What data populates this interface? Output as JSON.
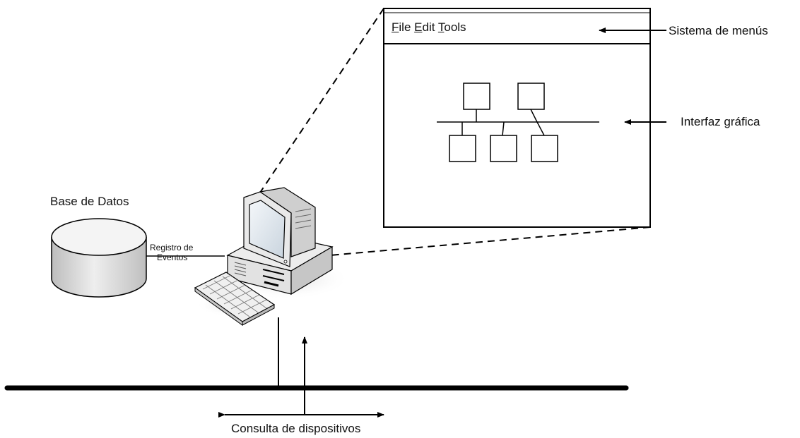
{
  "labels": {
    "database": "Base de Datos",
    "event_log_line1": "Registro de",
    "event_log_line2": "Eventos",
    "menu_system": "Sistema de menús",
    "gui": "Interfaz gráfica",
    "device_query": "Consulta de dispositivos"
  },
  "window": {
    "menu": [
      {
        "key": "F",
        "rest": "ile"
      },
      {
        "key": "E",
        "rest": "dit"
      },
      {
        "key": "T",
        "rest": "ools"
      }
    ]
  }
}
